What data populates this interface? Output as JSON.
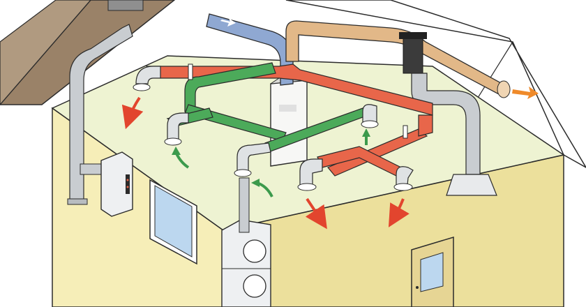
{
  "colors": {
    "wall_face": "#f6eeb8",
    "wall_side": "#ece09c",
    "attic_floor": "#eef3d2",
    "roof_surface": "#9a8268",
    "outline": "#2b2b2b",
    "supply_duct": "#e8664a",
    "return_duct": "#4caa5a",
    "fresh_air_duct": "#8fa8d2",
    "exhaust_duct": "#e2b888",
    "metal_duct": "#c9cdd1",
    "supply_arrow": "#e2452e",
    "return_arrow": "#3c9a4c",
    "exhaust_arrow": "#ef8a2a"
  },
  "icons": [
    "roof-vent-icon",
    "fresh-air-intake-arrow-icon",
    "supply-air-arrow-icon",
    "return-air-arrow-icon",
    "exhaust-air-arrow-icon",
    "roof-jack-chimney-icon",
    "wall-vent-grille-icon"
  ],
  "components": [
    "house",
    "attic",
    "heat-recovery-ventilator",
    "water-heater",
    "washer-dryer",
    "window",
    "door",
    "supply-registers",
    "return-grilles"
  ]
}
